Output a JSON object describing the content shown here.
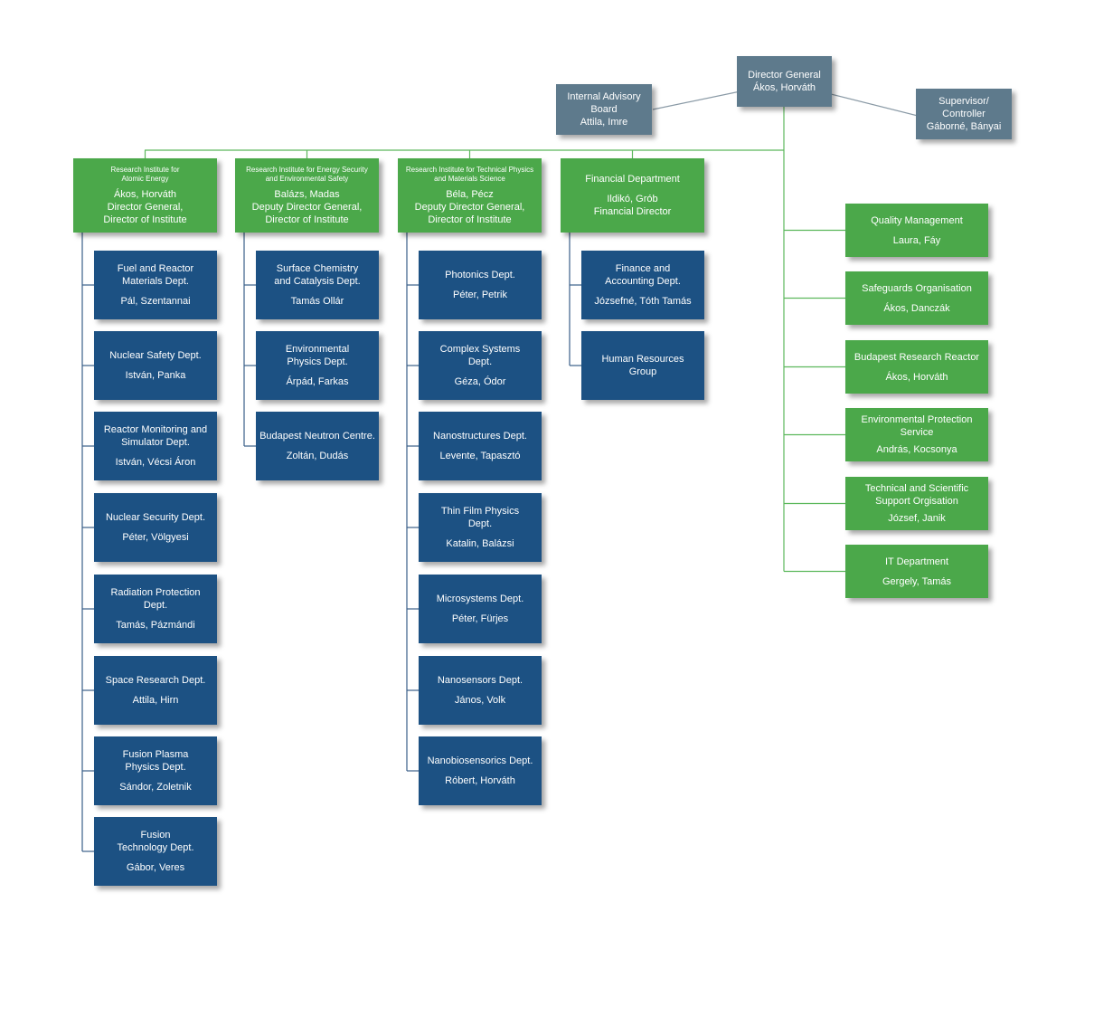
{
  "top": {
    "director": {
      "lines": [
        "Director General",
        "Ákos, Horváth"
      ]
    },
    "advisory": {
      "lines": [
        "Internal Advisory",
        "Board",
        "Attila, Imre"
      ]
    },
    "supervisor": {
      "lines": [
        "Supervisor/",
        "Controller",
        "Gáborné, Bányai"
      ]
    }
  },
  "institutes": [
    {
      "title": [
        "Research Institute for",
        "Atomic Energy"
      ],
      "head": [
        "Ákos, Horváth",
        "Director General,",
        "Director of Institute"
      ],
      "depts": [
        {
          "name": [
            "Fuel and Reactor",
            "Materials Dept."
          ],
          "person": "Pál, Szentannai"
        },
        {
          "name": [
            "Nuclear Safety Dept."
          ],
          "person": "István, Panka"
        },
        {
          "name": [
            "Reactor Monitoring and",
            "Simulator Dept."
          ],
          "person": "István, Vécsi Áron"
        },
        {
          "name": [
            "Nuclear Security Dept."
          ],
          "person": "Péter, Völgyesi"
        },
        {
          "name": [
            "Radiation Protection",
            "Dept."
          ],
          "person": "Tamás, Pázmándi"
        },
        {
          "name": [
            "Space Research Dept."
          ],
          "person": "Attila, Hirn"
        },
        {
          "name": [
            "Fusion Plasma",
            "Physics Dept."
          ],
          "person": "Sándor, Zoletnik"
        },
        {
          "name": [
            "Fusion",
            "Technology Dept."
          ],
          "person": "Gábor, Veres"
        }
      ]
    },
    {
      "title": [
        "Research Institute for Energy Security",
        "and Environmental Safety"
      ],
      "head": [
        "Balázs, Madas",
        "Deputy Director General,",
        "Director of Institute"
      ],
      "depts": [
        {
          "name": [
            "Surface Chemistry",
            "and Catalysis Dept."
          ],
          "person": "Tamás Ollár"
        },
        {
          "name": [
            "Environmental",
            "Physics Dept."
          ],
          "person": "Árpád, Farkas"
        },
        {
          "name": [
            "Budapest Neutron Centre."
          ],
          "person": "Zoltán, Dudás"
        }
      ]
    },
    {
      "title": [
        "Research Institute for Technical Physics",
        "and Materials Science"
      ],
      "head": [
        "Béla, Pécz",
        "Deputy Director General,",
        "Director of Institute"
      ],
      "depts": [
        {
          "name": [
            "Photonics Dept."
          ],
          "person": "Péter, Petrik"
        },
        {
          "name": [
            "Complex Systems",
            "Dept."
          ],
          "person": "Géza, Ódor"
        },
        {
          "name": [
            "Nanostructures Dept."
          ],
          "person": "Levente, Tapasztó"
        },
        {
          "name": [
            "Thin Film Physics",
            "Dept."
          ],
          "person": "Katalin, Balázsi"
        },
        {
          "name": [
            "Microsystems Dept."
          ],
          "person": "Péter, Fürjes"
        },
        {
          "name": [
            "Nanosensors Dept."
          ],
          "person": "János, Volk"
        },
        {
          "name": [
            "Nanobiosensorics Dept."
          ],
          "person": "Róbert, Horváth"
        }
      ]
    },
    {
      "title": [],
      "head": [
        "Financial Department",
        "",
        "Ildikó, Grób",
        "Financial Director"
      ],
      "depts": [
        {
          "name": [
            "Finance and",
            "Accounting Dept."
          ],
          "person": "Józsefné, Tóth Tamás"
        },
        {
          "name": [
            "Human Resources",
            "Group"
          ],
          "person": ""
        }
      ]
    }
  ],
  "staff": [
    {
      "name": [
        "Quality Management"
      ],
      "person": "Laura, Fáy"
    },
    {
      "name": [
        "Safeguards Organisation"
      ],
      "person": "Ákos, Danczák"
    },
    {
      "name": [
        "Budapest Research Reactor"
      ],
      "person": "Ákos, Horváth"
    },
    {
      "name": [
        "Environmental Protection",
        "Service"
      ],
      "person": "András, Kocsonya"
    },
    {
      "name": [
        "Technical and Scientific",
        "Support Orgisation"
      ],
      "person": "József, Janik"
    },
    {
      "name": [
        "IT Department"
      ],
      "person": "Gergely, Tamás"
    }
  ],
  "colors": {
    "green": "#4ba84a",
    "blue": "#1c5183",
    "gray": "#5e7a8c",
    "line_green": "#5cb85c",
    "line_gray": "#8a9aa6",
    "line_blue": "#3a5f88"
  }
}
